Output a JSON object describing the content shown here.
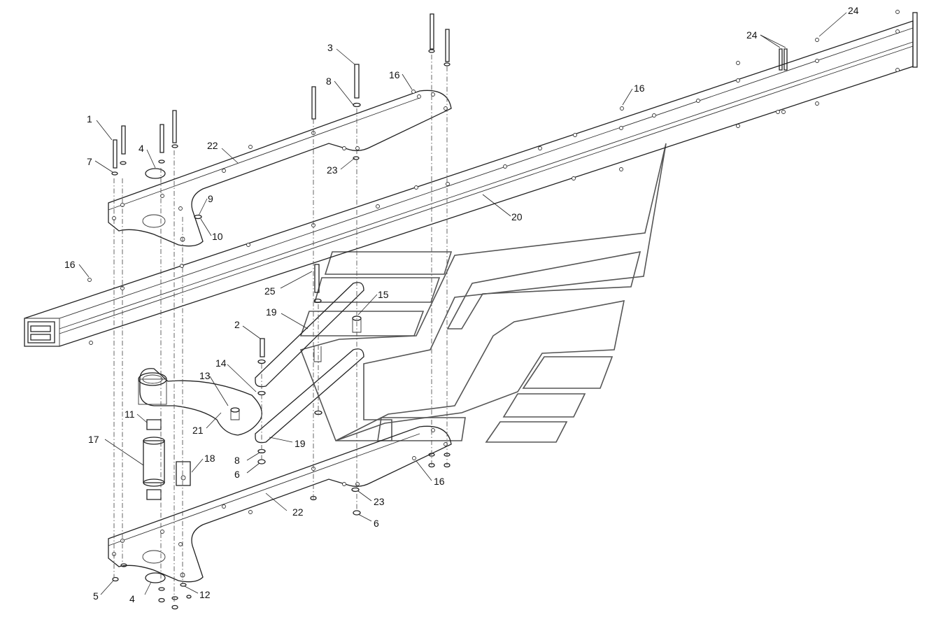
{
  "diagram": {
    "callouts": [
      {
        "id": "c1",
        "label": "1"
      },
      {
        "id": "c2",
        "label": "2"
      },
      {
        "id": "c3",
        "label": "3"
      },
      {
        "id": "c4a",
        "label": "4"
      },
      {
        "id": "c4b",
        "label": "4"
      },
      {
        "id": "c5",
        "label": "5"
      },
      {
        "id": "c6a",
        "label": "6"
      },
      {
        "id": "c6b",
        "label": "6"
      },
      {
        "id": "c7",
        "label": "7"
      },
      {
        "id": "c8a",
        "label": "8"
      },
      {
        "id": "c8b",
        "label": "8"
      },
      {
        "id": "c9",
        "label": "9"
      },
      {
        "id": "c10",
        "label": "10"
      },
      {
        "id": "c11",
        "label": "11"
      },
      {
        "id": "c12",
        "label": "12"
      },
      {
        "id": "c13",
        "label": "13"
      },
      {
        "id": "c14",
        "label": "14"
      },
      {
        "id": "c15",
        "label": "15"
      },
      {
        "id": "c16a",
        "label": "16"
      },
      {
        "id": "c16b",
        "label": "16"
      },
      {
        "id": "c16c",
        "label": "16"
      },
      {
        "id": "c16d",
        "label": "16"
      },
      {
        "id": "c17",
        "label": "17"
      },
      {
        "id": "c18",
        "label": "18"
      },
      {
        "id": "c19a",
        "label": "19"
      },
      {
        "id": "c19b",
        "label": "19"
      },
      {
        "id": "c20",
        "label": "20"
      },
      {
        "id": "c21",
        "label": "21"
      },
      {
        "id": "c22a",
        "label": "22"
      },
      {
        "id": "c22b",
        "label": "22"
      },
      {
        "id": "c23a",
        "label": "23"
      },
      {
        "id": "c23b",
        "label": "23"
      },
      {
        "id": "c24a",
        "label": "24"
      },
      {
        "id": "c24b",
        "label": "24"
      },
      {
        "id": "c25",
        "label": "25"
      }
    ]
  }
}
